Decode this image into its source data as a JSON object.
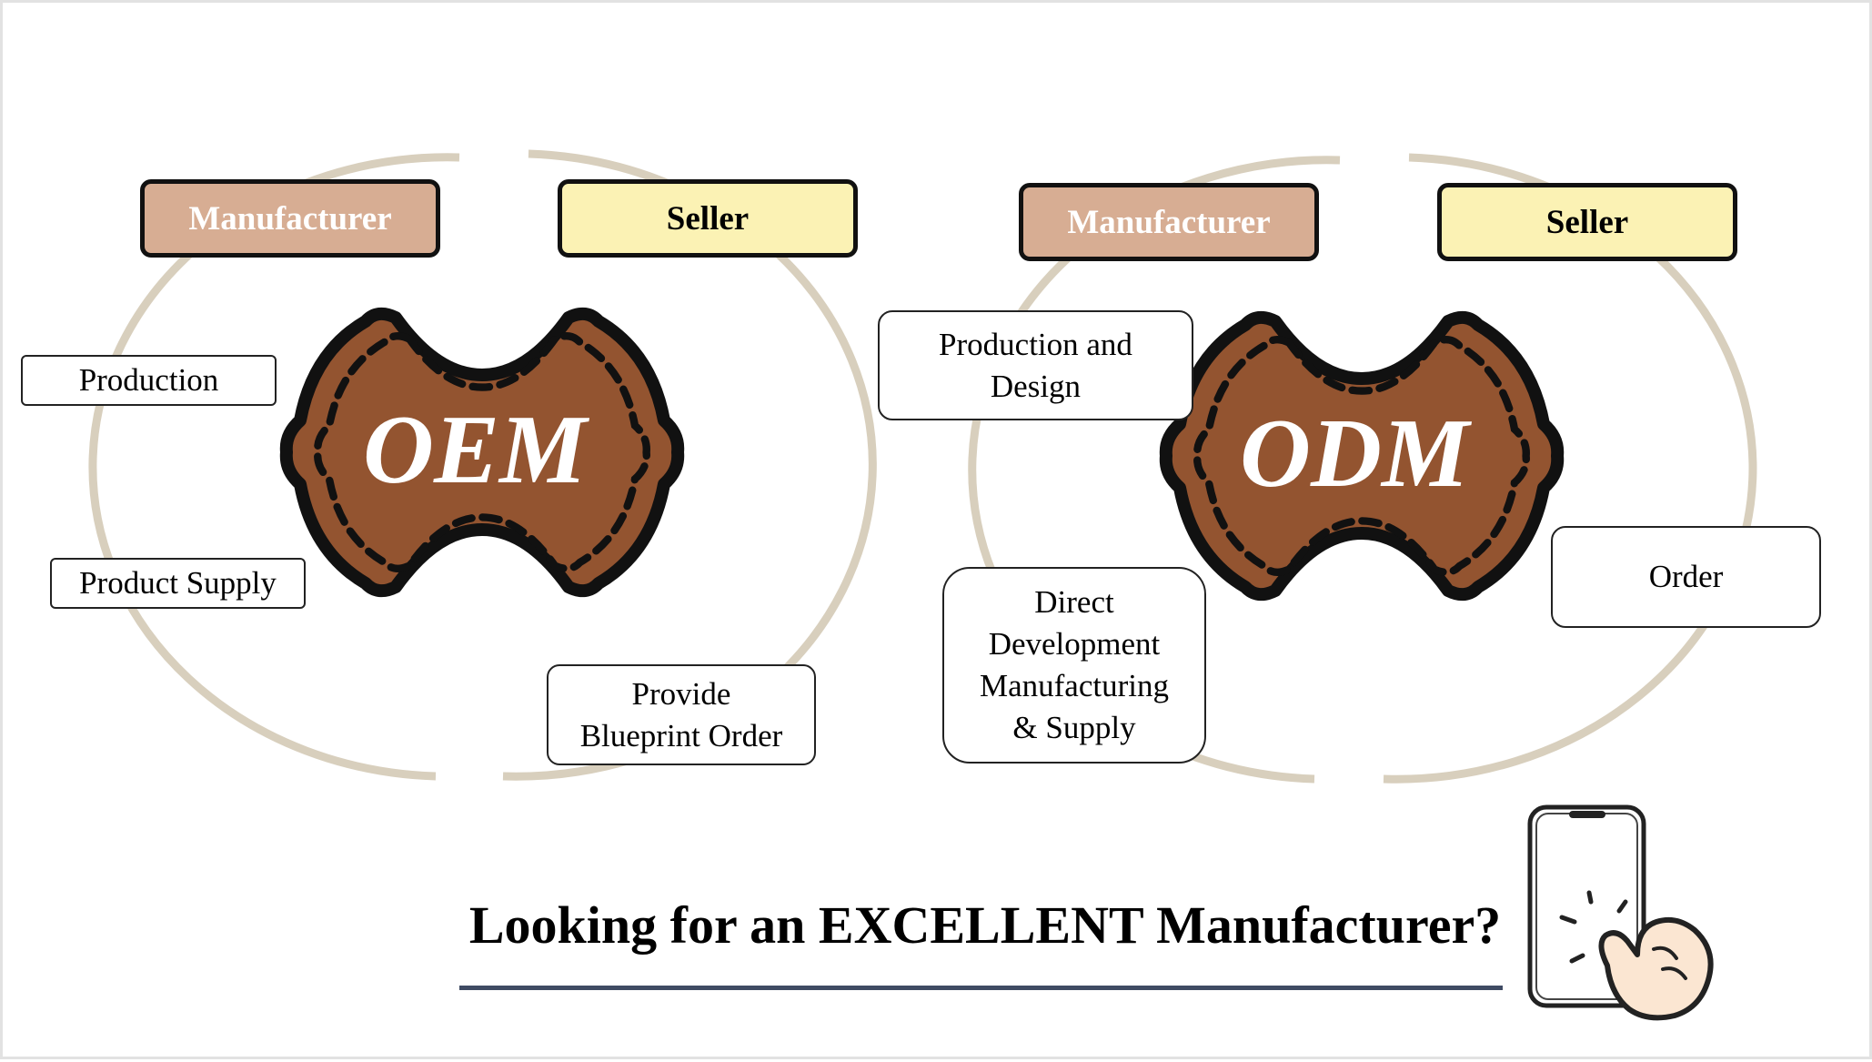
{
  "colors": {
    "ring": "#d8cfbd",
    "gear_fill": "#935430",
    "gear_inner": "#84461f",
    "gear_stroke": "#111111",
    "manufacturer_bg": "#d7ad93",
    "seller_bg": "#fbf2b4",
    "underline": "#3f4b63"
  },
  "oem": {
    "gear_label": "OEM",
    "manufacturer_label": "Manufacturer",
    "seller_label": "Seller",
    "steps": {
      "production": "Production",
      "product_supply": "Product Supply",
      "blueprint_order": "Provide\nBlueprint Order"
    }
  },
  "odm": {
    "gear_label": "ODM",
    "manufacturer_label": "Manufacturer",
    "seller_label": "Seller",
    "steps": {
      "production_design": "Production and\nDesign",
      "direct_development": "Direct\nDevelopment\nManufacturing\n& Supply",
      "order": "Order"
    }
  },
  "cta": {
    "text": "Looking for an EXCELLENT Manufacturer?",
    "icons": [
      "smartphone-icon",
      "tapping-hand-icon"
    ]
  }
}
